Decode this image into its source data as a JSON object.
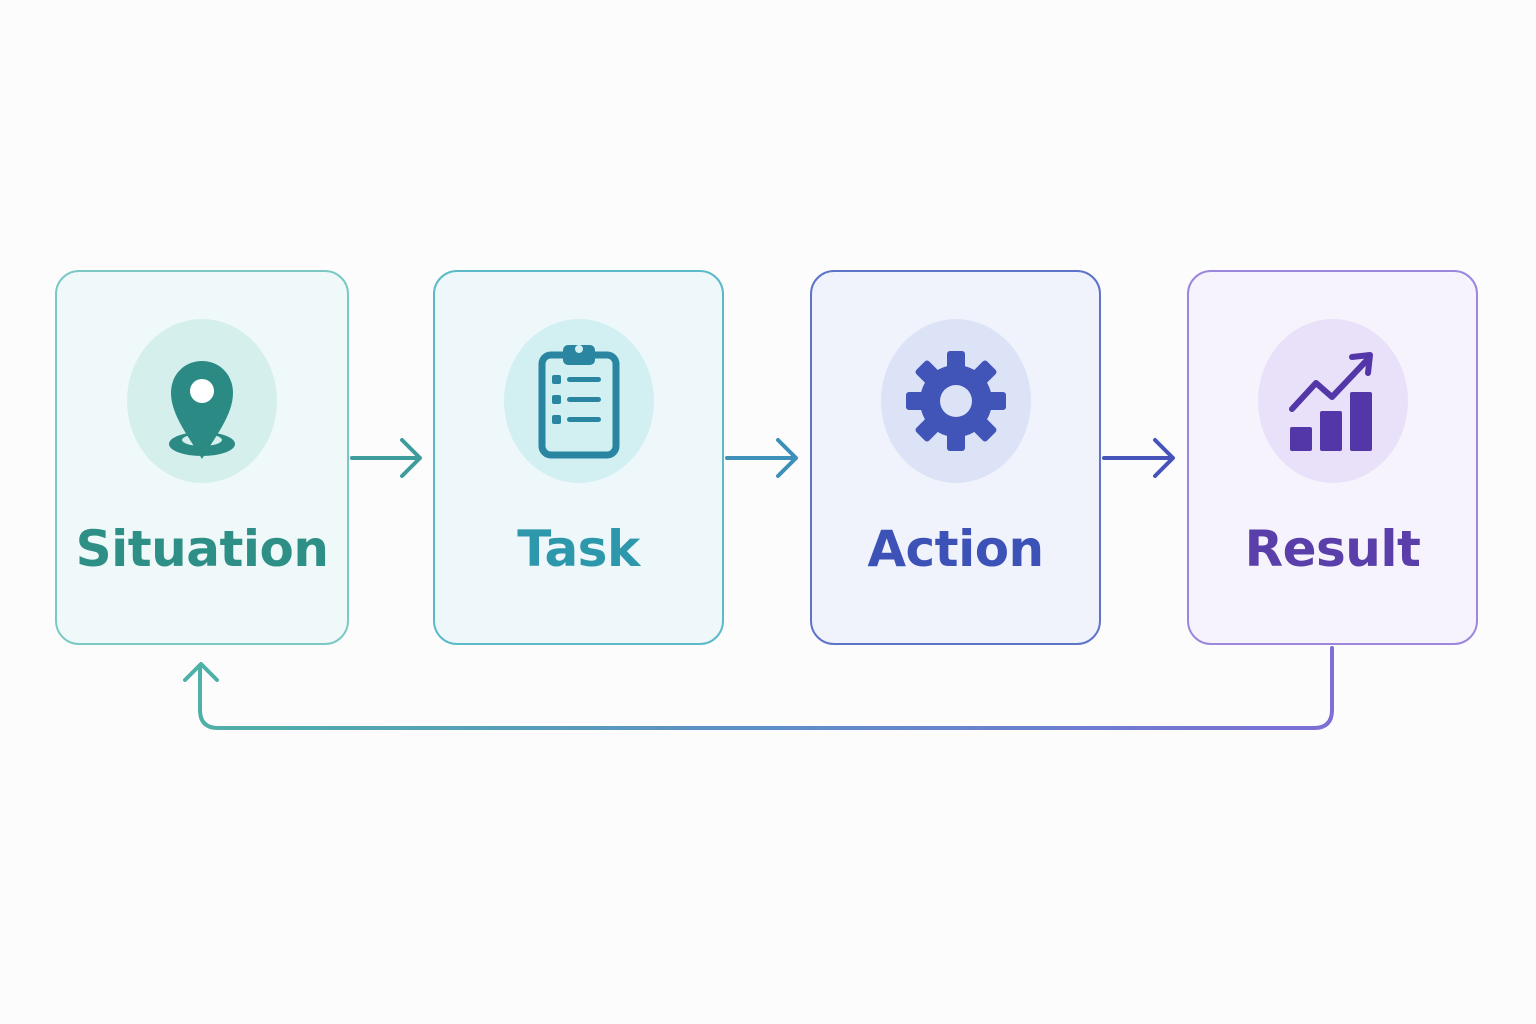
{
  "diagram": {
    "steps": [
      {
        "id": "situation",
        "label": "Situation",
        "icon": "map-pin-icon",
        "color": "#2e8f86"
      },
      {
        "id": "task",
        "label": "Task",
        "icon": "clipboard-icon",
        "color": "#2d97ab"
      },
      {
        "id": "action",
        "label": "Action",
        "icon": "gear-icon",
        "color": "#3d52b6"
      },
      {
        "id": "result",
        "label": "Result",
        "icon": "growth-chart-icon",
        "color": "#5a3ea9"
      }
    ],
    "flow": [
      "situation",
      "task",
      "action",
      "result"
    ],
    "feedback_loop": {
      "from": "result",
      "to": "situation"
    }
  }
}
